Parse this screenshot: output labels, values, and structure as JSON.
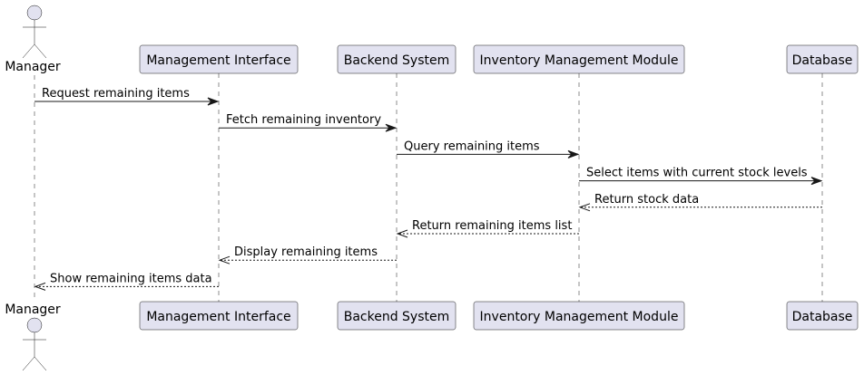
{
  "colors": {
    "participant_fill": "#e2e2f0",
    "line": "#181818",
    "text": "#000000",
    "background": "#ffffff"
  },
  "participants": [
    {
      "id": "manager",
      "label": "Manager",
      "kind": "actor"
    },
    {
      "id": "mgmt_ui",
      "label": "Management Interface",
      "kind": "participant"
    },
    {
      "id": "backend",
      "label": "Backend System",
      "kind": "participant"
    },
    {
      "id": "inventory",
      "label": "Inventory Management Module",
      "kind": "participant"
    },
    {
      "id": "database",
      "label": "Database",
      "kind": "participant"
    }
  ],
  "messages": [
    {
      "from": "manager",
      "to": "mgmt_ui",
      "label": "Request remaining items",
      "style": "solid"
    },
    {
      "from": "mgmt_ui",
      "to": "backend",
      "label": "Fetch remaining inventory",
      "style": "solid"
    },
    {
      "from": "backend",
      "to": "inventory",
      "label": "Query remaining items",
      "style": "solid"
    },
    {
      "from": "inventory",
      "to": "database",
      "label": "Select items with current stock levels",
      "style": "solid"
    },
    {
      "from": "database",
      "to": "inventory",
      "label": "Return stock data",
      "style": "dashed"
    },
    {
      "from": "inventory",
      "to": "backend",
      "label": "Return remaining items list",
      "style": "dashed"
    },
    {
      "from": "backend",
      "to": "mgmt_ui",
      "label": "Display remaining items",
      "style": "dashed"
    },
    {
      "from": "mgmt_ui",
      "to": "manager",
      "label": "Show remaining items data",
      "style": "dashed"
    }
  ]
}
